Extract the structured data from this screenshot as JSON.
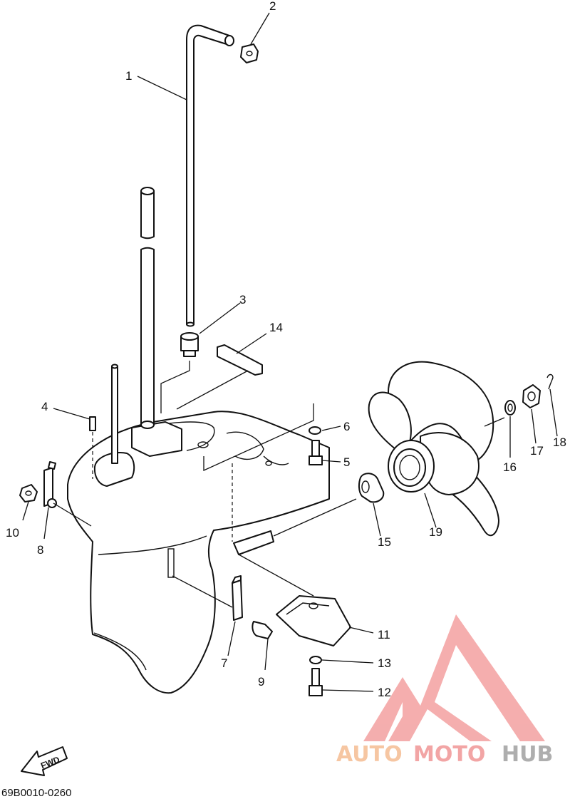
{
  "diagram": {
    "callouts": [
      "1",
      "2",
      "3",
      "4",
      "5",
      "6",
      "7",
      "8",
      "9",
      "10",
      "11",
      "12",
      "13",
      "14",
      "15",
      "16",
      "17",
      "18",
      "19"
    ],
    "direction_label": "FWD",
    "drawing_code": "69B0010-0260"
  },
  "watermark": {
    "text_part1": "AUTO",
    "text_part2": "MOTO",
    "text_part3": "HUB",
    "colors": {
      "auto": "#f5b88c",
      "moto": "#f08f8f",
      "hub": "#9a9a9a",
      "logo": "#f29a9a"
    }
  }
}
